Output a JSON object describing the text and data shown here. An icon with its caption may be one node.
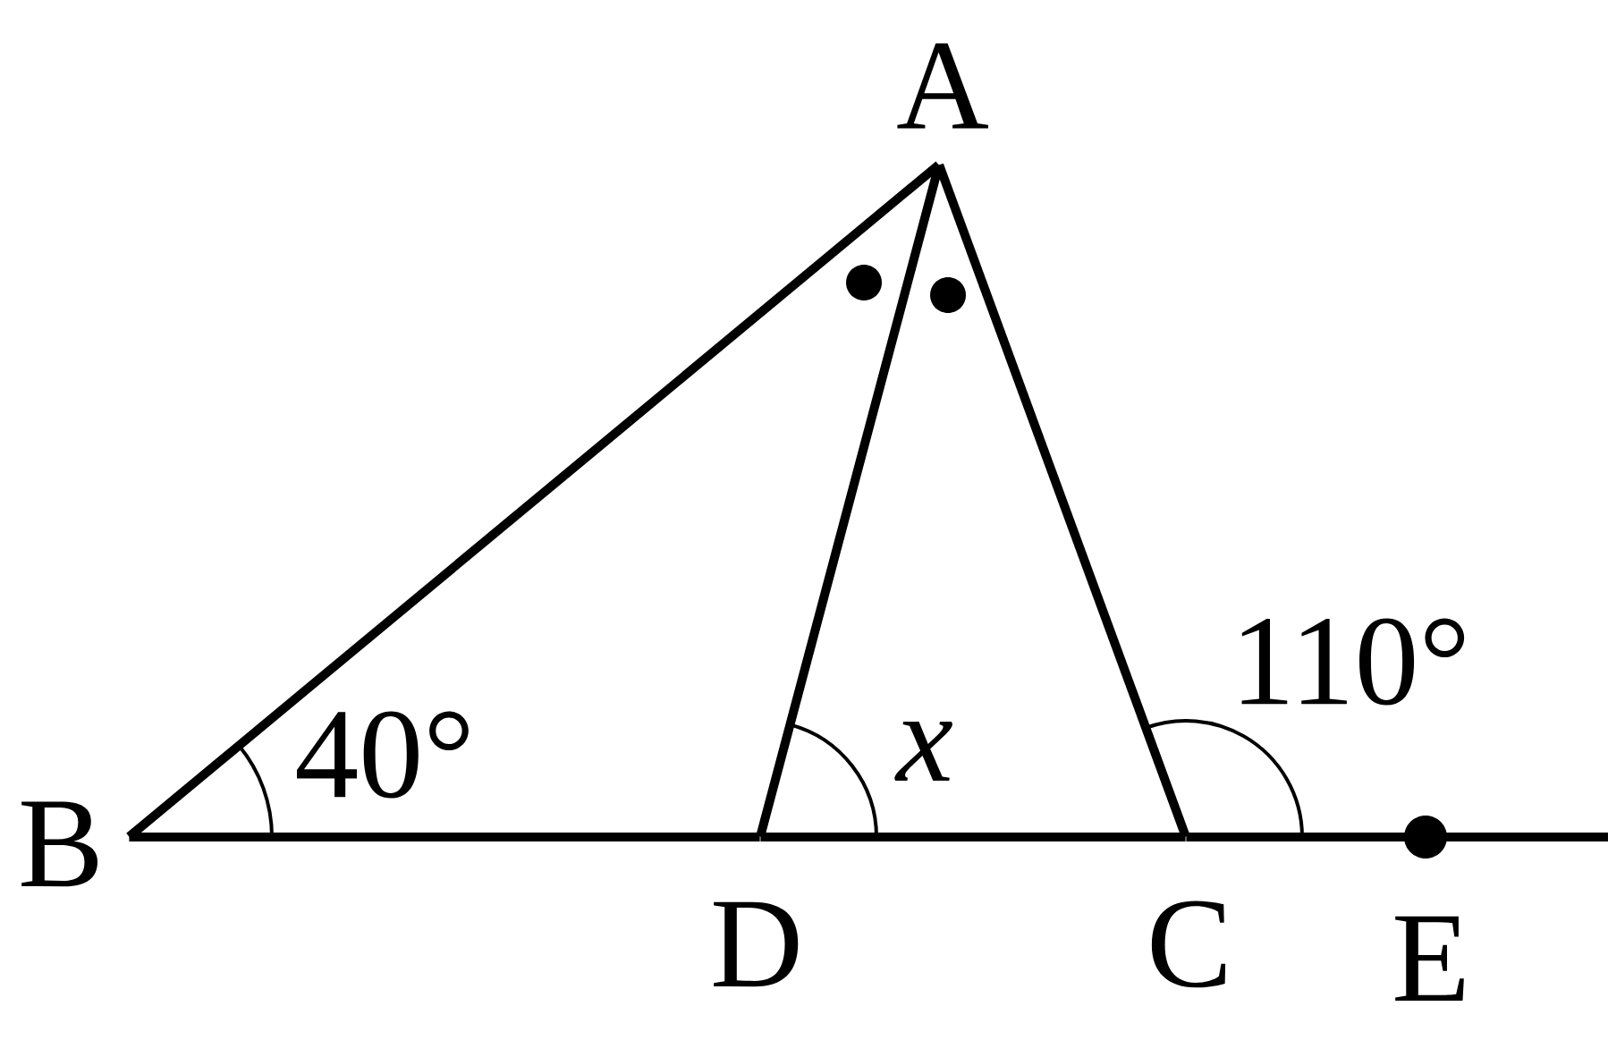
{
  "diagram": {
    "nodes": [
      {
        "text": [
          "A"
        ]
      },
      {
        "text": [
          "B"
        ]
      },
      {
        "text": [
          "D"
        ]
      },
      {
        "text": [
          "C"
        ]
      },
      {
        "text": [
          "E"
        ]
      }
    ],
    "edges": [
      {
        "from": 0,
        "to": 1,
        "arrow": "none"
      },
      {
        "from": 0,
        "to": 2,
        "arrow": "none"
      },
      {
        "from": 0,
        "to": 3,
        "arrow": "none"
      },
      {
        "from": 1,
        "to": 2,
        "arrow": "none"
      },
      {
        "from": 2,
        "to": 3,
        "arrow": "none"
      },
      {
        "from": 3,
        "to": 4,
        "arrow": "none"
      },
      {
        "from": 4,
        "to": null,
        "arrow": "none"
      }
    ],
    "labels": [
      "40°",
      "x",
      "110°"
    ]
  }
}
